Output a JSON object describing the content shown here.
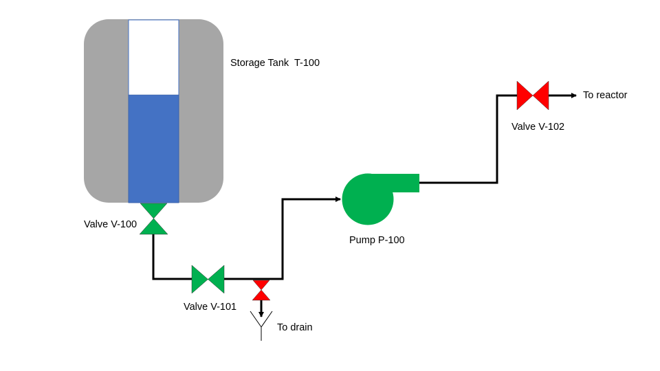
{
  "labels": {
    "tank": "Storage Tank  T-100",
    "valve_v100": "Valve V-100",
    "valve_v101": "Valve V-101",
    "drain": "To drain",
    "pump": "Pump P-100",
    "valve_v102": "Valve V-102",
    "reactor": "To reactor"
  },
  "tank_level_fraction": 0.59,
  "colors": {
    "tank_body": "#a6a6a6",
    "liquid": "#4472c4",
    "open_valve": "#00b050",
    "closed_valve": "#ff0000",
    "pump": "#00b050",
    "pipe": "#000000"
  },
  "valve_states": {
    "V-100": "open",
    "V-101": "open",
    "drain_valve": "closed",
    "V-102": "closed"
  }
}
